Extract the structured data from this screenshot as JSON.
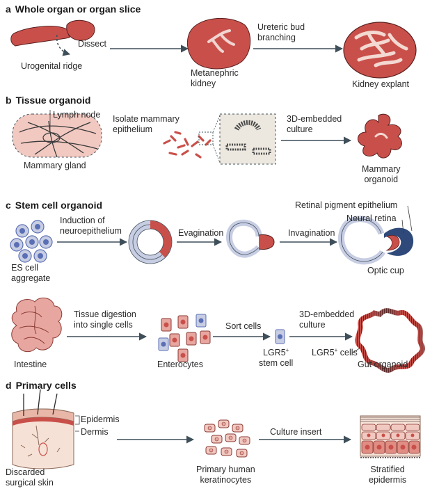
{
  "sections": [
    {
      "letter": "a",
      "title": "Whole organ or organ slice"
    },
    {
      "letter": "b",
      "title": "Tissue organoid"
    },
    {
      "letter": "c",
      "title": "Stem cell organoid"
    },
    {
      "letter": "d",
      "title": "Primary cells"
    }
  ],
  "labels": {
    "dissect": "Dissect",
    "urogenital_ridge": "Urogenital ridge",
    "metanephric_kidney": [
      "Metanephric",
      "kidney"
    ],
    "ureteric_bud_branching": [
      "Ureteric bud",
      "branching"
    ],
    "kidney_explant": "Kidney explant",
    "lymph_node": "Lymph node",
    "mammary_gland": "Mammary gland",
    "isolate_mammary_epithelium": [
      "Isolate mammary",
      "epithelium"
    ],
    "culture_3d_b": [
      "3D-embedded",
      "culture"
    ],
    "mammary_organoid": [
      "Mammary",
      "organoid"
    ],
    "induction_of_neuroepithelium": [
      "Induction of",
      "neuroepithelium"
    ],
    "es_cell_aggregate": [
      "ES cell",
      "aggregate"
    ],
    "evagination": "Evagination",
    "invagination": "Invagination",
    "retinal_pigment_epithelium": "Retinal pigment epithelium",
    "neural_retina": "Neural retina",
    "optic_cup": "Optic cup",
    "intestine": "Intestine",
    "tissue_digestion": [
      "Tissue digestion",
      "into single cells"
    ],
    "enterocytes": "Enterocytes",
    "sort_cells": "Sort cells",
    "lgr5_stem_cell": [
      "LGR5",
      "+",
      "stem cell"
    ],
    "culture_3d_c": [
      "3D-embedded",
      "culture"
    ],
    "lgr5_cells": [
      "LGR5",
      "+",
      " cells"
    ],
    "gut_organoid": "Gut organoid",
    "epidermis": "Epidermis",
    "dermis": "Dermis",
    "discarded_surgical_skin": [
      "Discarded",
      "surgical skin"
    ],
    "primary_human_keratinocytes": [
      "Primary human",
      "keratinocytes"
    ],
    "culture_insert": "Culture insert",
    "stratified_epidermis": [
      "Stratified",
      "epidermis"
    ]
  },
  "colors": {
    "tissue_red": "#c9504a",
    "tissue_light": "#e9a39b",
    "arrow": "#3f4f5a",
    "blue_cell": "#5b6fb5",
    "lavender": "#c7cde3",
    "pink_skin": "#f1c9c1",
    "section_title": "#1a1a1a"
  }
}
